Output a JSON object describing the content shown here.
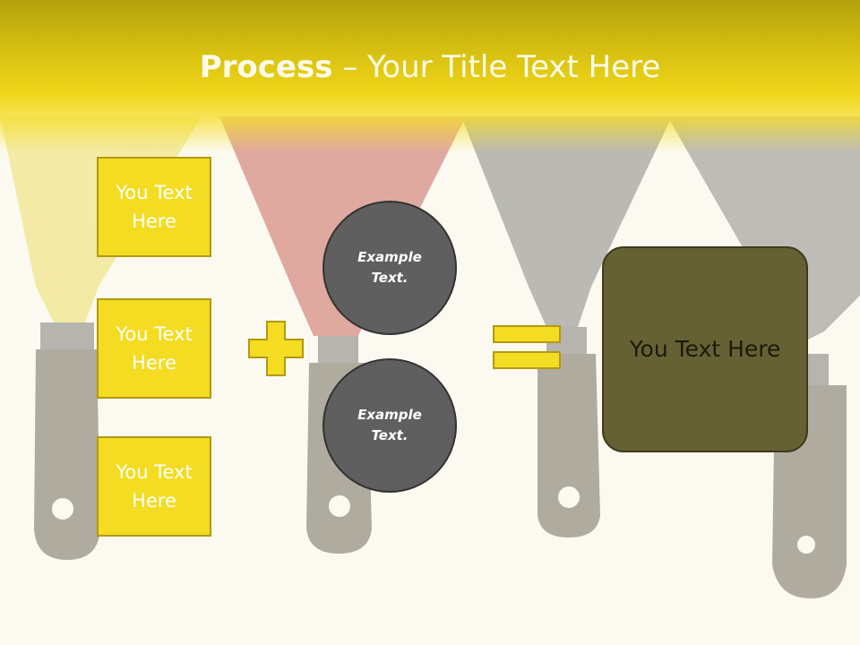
{
  "slide": {
    "title_bold": "Process",
    "title_rest": " – Your Title Text Here",
    "inputs": [
      {
        "label": "You Text Here"
      },
      {
        "label": "You Text Here"
      },
      {
        "label": "You Text Here"
      }
    ],
    "circles": [
      {
        "label": "Example Text."
      },
      {
        "label": "Example Text."
      }
    ],
    "result_label": "You Text Here"
  },
  "colors": {
    "header_yellow": "#f0d619",
    "box_yellow": "#f3dc22",
    "box_border": "#b29a10",
    "circle_gray": "#5f5f5f",
    "result_olive": "#656133",
    "background": "#fcfaf0"
  },
  "icons": {
    "plus": "plus-icon",
    "equals": "equals-icon"
  }
}
